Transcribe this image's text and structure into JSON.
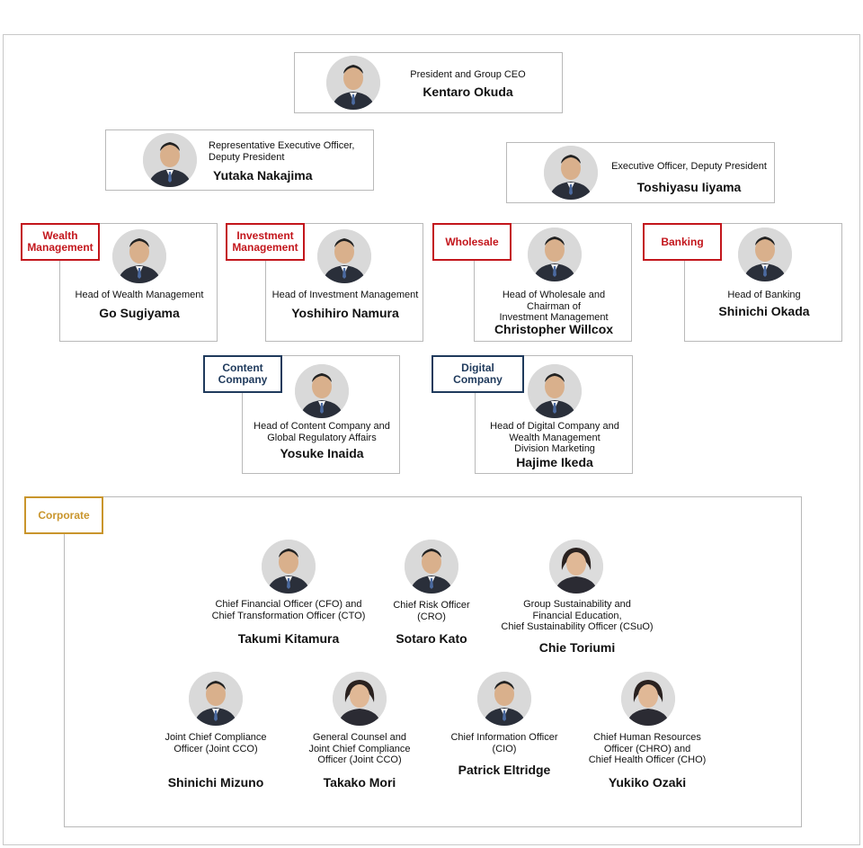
{
  "president": {
    "role": "President and Group CEO",
    "name": "Kentaro Okuda"
  },
  "deputies": [
    {
      "role": "Representative Executive Officer,\nDeputy President",
      "name": "Yutaka Nakajima"
    },
    {
      "role": "Executive Officer, Deputy President",
      "name": "Toshiyasu Iiyama"
    }
  ],
  "divisions": [
    {
      "tag": "Wealth\nManagement",
      "role": "Head of Wealth Management",
      "name": "Go Sugiyama"
    },
    {
      "tag": "Investment\nManagement",
      "role": "Head of Investment Management",
      "name": "Yoshihiro Namura"
    },
    {
      "tag": "Wholesale",
      "role": "Head of Wholesale and\nChairman of\nInvestment Management",
      "name": "Christopher Willcox"
    },
    {
      "tag": "Banking",
      "role": "Head of Banking",
      "name": "Shinichi Okada"
    }
  ],
  "companies": [
    {
      "tag": "Content\nCompany",
      "role": "Head of Content Company and\nGlobal Regulatory Affairs",
      "name": "Yosuke Inaida"
    },
    {
      "tag": "Digital\nCompany",
      "role": "Head of Digital Company and\nWealth Management\nDivision Marketing",
      "name": "Hajime Ikeda"
    }
  ],
  "corporate": {
    "tag": "Corporate",
    "row1": [
      {
        "role": "Chief Financial Officer (CFO) and\nChief Transformation Officer (CTO)",
        "name": "Takumi Kitamura"
      },
      {
        "role": "Chief Risk Officer\n(CRO)",
        "name": "Sotaro Kato"
      },
      {
        "role": "Group Sustainability and\nFinancial Education,\nChief Sustainability Officer (CSuO)",
        "name": "Chie Toriumi"
      }
    ],
    "row2": [
      {
        "role": "Joint Chief Compliance\nOfficer (Joint CCO)",
        "name": "Shinichi Mizuno"
      },
      {
        "role": "General Counsel and\nJoint Chief Compliance\nOfficer (Joint CCO)",
        "name": "Takako Mori"
      },
      {
        "role": "Chief Information Officer\n(CIO)",
        "name": "Patrick Eltridge"
      },
      {
        "role": "Chief Human Resources\nOfficer (CHRO) and\nChief Health Officer (CHO)",
        "name": "Yukiko Ozaki"
      }
    ]
  },
  "colors": {
    "division_tag": "#c3161c",
    "company_tag": "#1f3a5c",
    "corporate_tag": "#c9952c"
  }
}
